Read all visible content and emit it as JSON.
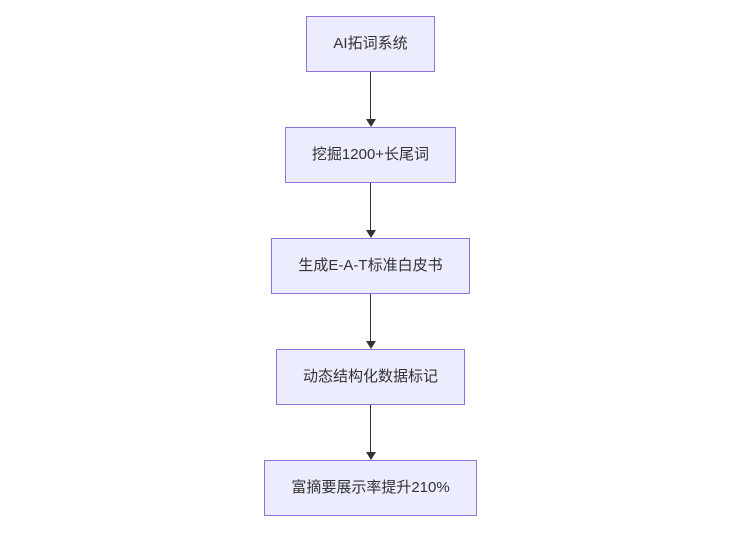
{
  "flowchart": {
    "type": "vertical-flowchart",
    "nodes": [
      {
        "id": "step-1",
        "label": "AI拓词系统"
      },
      {
        "id": "step-2",
        "label": "挖掘1200+长尾词"
      },
      {
        "id": "step-3",
        "label": "生成E-A-T标准白皮书"
      },
      {
        "id": "step-4",
        "label": "动态结构化数据标记"
      },
      {
        "id": "step-5",
        "label": "富摘要展示率提升210%"
      }
    ],
    "edges": [
      {
        "from": "step-1",
        "to": "step-2"
      },
      {
        "from": "step-2",
        "to": "step-3"
      },
      {
        "from": "step-3",
        "to": "step-4"
      },
      {
        "from": "step-4",
        "to": "step-5"
      }
    ],
    "colors": {
      "background": "#ffffff",
      "node_fill": "#ECECFF",
      "node_border": "#9370DB",
      "text": "#333333",
      "arrow": "#333333"
    }
  }
}
